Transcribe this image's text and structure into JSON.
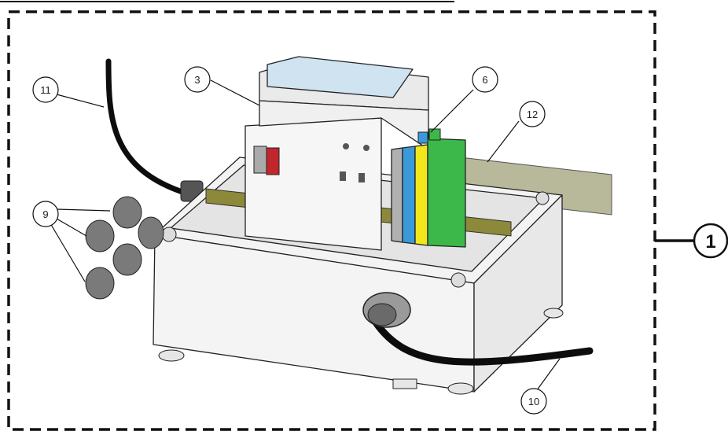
{
  "diagram": {
    "assembly_number": "1",
    "callouts": [
      {
        "id": "3",
        "label": "3"
      },
      {
        "id": "6",
        "label": "6"
      },
      {
        "id": "9",
        "label": "9"
      },
      {
        "id": "10",
        "label": "10"
      },
      {
        "id": "11",
        "label": "11"
      },
      {
        "id": "12",
        "label": "12"
      }
    ],
    "colors": {
      "enclosure": "#f2f2f2",
      "din_rail": "#8c8a3a",
      "terminal_green": "#3cb84a",
      "terminal_blue": "#3a9ad9",
      "terminal_yellow": "#f2e61c",
      "terminal_grey": "#b0b0b0",
      "switch_red": "#c0262c",
      "cable": "#0d0d0d",
      "plate": "#b8b89a"
    }
  }
}
